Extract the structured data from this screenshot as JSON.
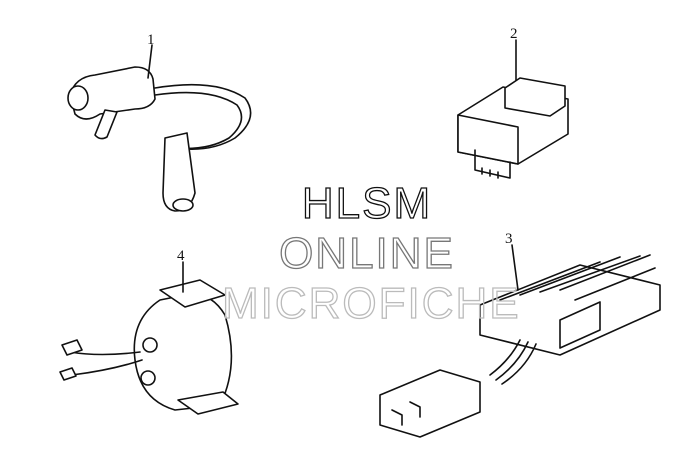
{
  "callouts": [
    "1",
    "2",
    "3",
    "4"
  ],
  "watermark": {
    "line1": "HLSM",
    "line2": "ONLINE",
    "line3": "MICROFICHE"
  }
}
